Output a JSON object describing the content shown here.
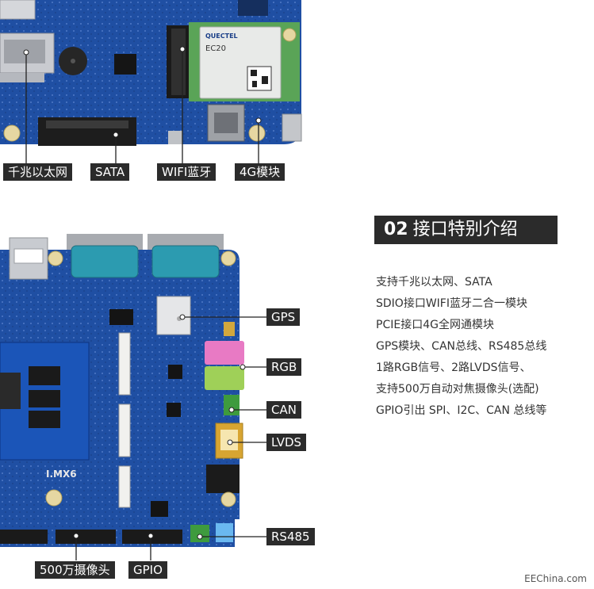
{
  "colors": {
    "board_blue": "#1d4a9a",
    "label_bg": "#2b2b2b",
    "text": "#333333"
  },
  "top_board": {
    "module_brand": "QUECTEL",
    "module_model": "EC20",
    "labels": {
      "ethernet": "千兆以太网",
      "sata": "SATA",
      "wifi_bt": "WIFI蓝牙",
      "g4_module": "4G模块"
    }
  },
  "bottom_board": {
    "som_text": "I.MX6",
    "labels": {
      "gps": "GPS",
      "rgb": "RGB",
      "can": "CAN",
      "lvds": "LVDS",
      "rs485": "RS485",
      "camera": "500万摄像头",
      "gpio": "GPIO"
    }
  },
  "section": {
    "number": "02",
    "title": "接口特别介绍",
    "features": [
      "支持千兆以太网、SATA",
      "SDIO接口WIFI蓝牙二合一模块",
      "PCIE接口4G全网通模块",
      "GPS模块、CAN总线、RS485总线",
      "1路RGB信号、2路LVDS信号、",
      "支持500万自动对焦摄像头(选配)",
      "GPIO引出 SPI、I2C、CAN 总线等"
    ]
  },
  "watermark": "EEChina.com"
}
